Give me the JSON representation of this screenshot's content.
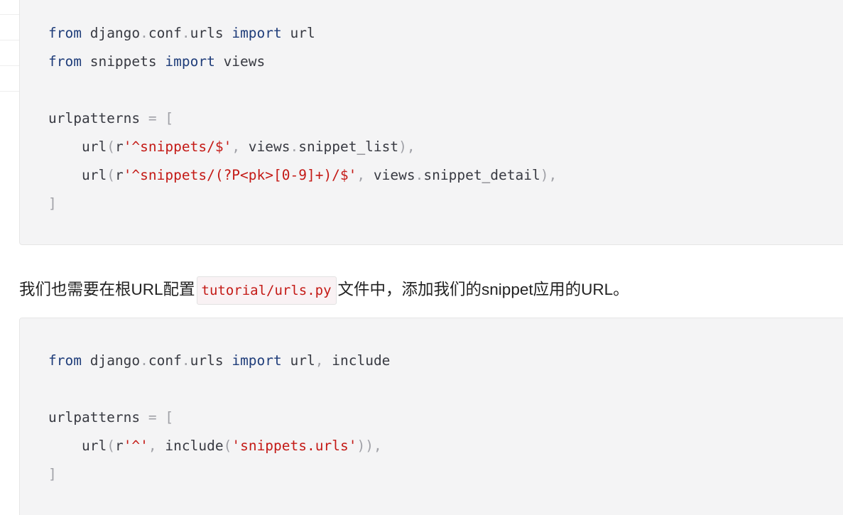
{
  "code_block_1": {
    "lines": [
      [
        "from",
        " django",
        ".",
        "conf",
        ".",
        "urls ",
        "import",
        " url"
      ],
      [
        "from",
        " snippets ",
        "import",
        " views"
      ],
      [
        ""
      ],
      [
        "urlpatterns ",
        "=",
        " ",
        "["
      ],
      [
        "    url",
        "(",
        "r",
        "'^snippets/$'",
        ",",
        " views",
        ".",
        "snippet_list",
        ")",
        ","
      ],
      [
        "    url",
        "(",
        "r",
        "'^snippets/(?P<pk>[0-9]+)/$'",
        ",",
        " views",
        ".",
        "snippet_detail",
        ")",
        ","
      ],
      [
        "]"
      ]
    ]
  },
  "paragraph": {
    "before": "我们也需要在根URL配置",
    "inline_code": "tutorial/urls.py",
    "after": "文件中，添加我们的snippet应用的URL。"
  },
  "code_block_2": {
    "lines": [
      [
        "from",
        " django",
        ".",
        "conf",
        ".",
        "urls ",
        "import",
        " url",
        ",",
        " include"
      ],
      [
        ""
      ],
      [
        "urlpatterns ",
        "=",
        " ",
        "["
      ],
      [
        "    url",
        "(",
        "r",
        "'^'",
        ",",
        " include",
        "(",
        "'snippets.urls'",
        ")",
        ")",
        ","
      ],
      [
        "]"
      ]
    ]
  },
  "colors": {
    "keyword": "#1f3d7a",
    "string": "#c41a16",
    "punctuation": "#a0a1a7",
    "code_background": "#f4f4f5"
  }
}
